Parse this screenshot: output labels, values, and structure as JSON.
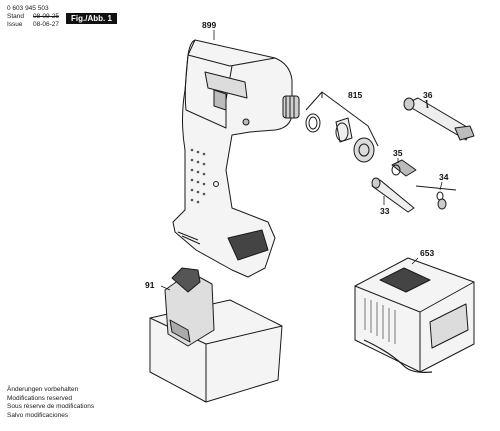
{
  "header": {
    "doc_number": "0 603 945 503",
    "stand_label": "Stand",
    "stand_old": "08-09-25",
    "issue_label": "Issue",
    "issue_date": "08-06-27",
    "figure_label": "Fig./Abb. 1"
  },
  "callouts": {
    "tool_body": "899",
    "valve_set": "815",
    "hose_extension": "36",
    "adapter_35": "35",
    "needle_34": "34",
    "nozzle_33": "33",
    "battery": "91",
    "charger": "653"
  },
  "footer": {
    "lines": [
      "Änderungen vorbehalten",
      "Modifications reserved",
      "Sous réserve de modifications",
      "Salvo modificaciones"
    ]
  },
  "colors": {
    "line": "#1a1a1a",
    "shade": "#d9d9d9",
    "dark": "#555555"
  }
}
